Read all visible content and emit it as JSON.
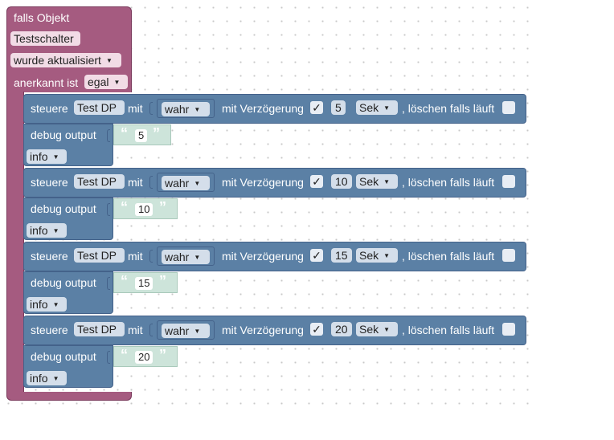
{
  "event_block": {
    "title": "falls Objekt",
    "object_field": "Testschalter",
    "trigger_select": "wurde aktualisiert",
    "ack_label": "anerkannt ist",
    "ack_select": "egal"
  },
  "rows": [
    {
      "steuere_label": "steuere",
      "target_field": "Test DP",
      "mit_label": "mit",
      "value_select": "wahr",
      "delay_label": "mit Verzögerung",
      "delay_checked": "✓",
      "delay_value": "5",
      "unit_select": "Sek",
      "clear_label": ", löschen falls läuft",
      "debug_label": "debug output",
      "debug_value": "5",
      "level_select": "info"
    },
    {
      "steuere_label": "steuere",
      "target_field": "Test DP",
      "mit_label": "mit",
      "value_select": "wahr",
      "delay_label": "mit Verzögerung",
      "delay_checked": "✓",
      "delay_value": "10",
      "unit_select": "Sek",
      "clear_label": ", löschen falls läuft",
      "debug_label": "debug output",
      "debug_value": "10",
      "level_select": "info"
    },
    {
      "steuere_label": "steuere",
      "target_field": "Test DP",
      "mit_label": "mit",
      "value_select": "wahr",
      "delay_label": "mit Verzögerung",
      "delay_checked": "✓",
      "delay_value": "15",
      "unit_select": "Sek",
      "clear_label": ", löschen falls läuft",
      "debug_label": "debug output",
      "debug_value": "15",
      "level_select": "info"
    },
    {
      "steuere_label": "steuere",
      "target_field": "Test DP",
      "mit_label": "mit",
      "value_select": "wahr",
      "delay_label": "mit Verzögerung",
      "delay_checked": "✓",
      "delay_value": "20",
      "unit_select": "Sek",
      "clear_label": ", löschen falls läuft",
      "debug_label": "debug output",
      "debug_value": "20",
      "level_select": "info"
    }
  ],
  "icons": {
    "dropdown": "chevron-down-icon",
    "quote_open": "“",
    "quote_close": "”"
  },
  "colors": {
    "event_block": "#a55b80",
    "action_block": "#5b80a5",
    "text_block": "#cde4da"
  }
}
